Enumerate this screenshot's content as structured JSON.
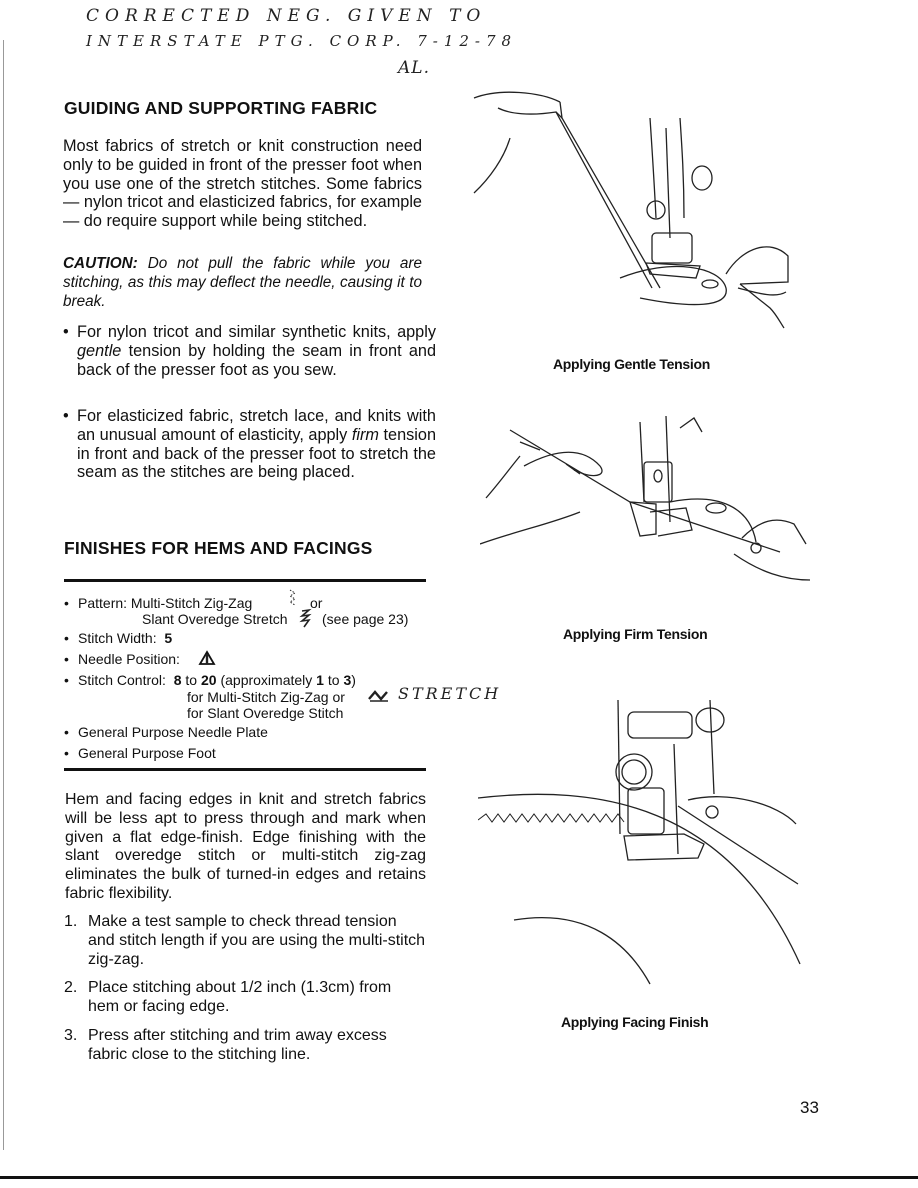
{
  "handwritten": {
    "line1": "CORRECTED NEG. GIVEN TO",
    "line2": "INTERSTATE PTG. CORP. 7-12-78",
    "initials": "AL."
  },
  "section1": {
    "heading": "GUIDING AND SUPPORTING FABRIC",
    "intro": "Most fabrics of stretch or knit construction need only to be guided in front of the presser foot when you use one of the stretch stitches. Some fabrics — nylon tricot and elasticized fabrics, for example — do require support while being stitched.",
    "caution_label": "CAUTION:",
    "caution_text": "Do not pull the fabric while you are stitching, as this may deflect the needle, causing it to break.",
    "bullet1_a": "For nylon tricot and similar synthetic knits, apply",
    "bullet1_em": "gentle",
    "bullet1_b": "tension by holding the seam in front and back of the presser foot as you sew.",
    "bullet2_a": "For elasticized fabric, stretch lace, and knits with an unusual amount of elasticity, apply",
    "bullet2_em": "firm",
    "bullet2_b": "tension in front and back of the presser foot to stretch the seam as the stitches are being placed."
  },
  "section2": {
    "heading": "FINISHES FOR HEMS AND FACINGS",
    "specs": {
      "pattern_label": "Pattern:",
      "pattern_value": "Multi-Stitch Zig-Zag",
      "pattern_or": "or",
      "pattern_value2": "Slant Overedge Stretch",
      "pattern_see": "(see page 23)",
      "width_label": "Stitch Width:",
      "width_value": "5",
      "needle_label": "Needle Position:",
      "control_label": "Stitch Control:",
      "control_from": "8",
      "control_to_word": "to",
      "control_to": "20",
      "control_approx": "(approximately",
      "control_a1": "1",
      "control_a2": "3",
      "control_for1": "for Multi-Stitch Zig-Zag or",
      "control_hand": "STRETCH",
      "control_for2": "for Slant Overedge Stitch",
      "plate": "General Purpose Needle Plate",
      "foot": "General Purpose Foot"
    },
    "intro": "Hem and facing edges in knit and stretch fabrics will be less apt to press through and mark when given a flat edge-finish. Edge finishing with the slant overedge stitch or multi-stitch zig-zag eliminates the bulk of turned-in edges and retains fabric flexibility.",
    "steps": [
      {
        "n": "1.",
        "text": "Make a test sample to check thread tension and stitch length if you are using the multi-stitch zig-zag."
      },
      {
        "n": "2.",
        "text": "Place stitching about 1/2 inch (1.3cm) from hem or facing edge."
      },
      {
        "n": "3.",
        "text": "Press after stitching and trim away excess fabric close to the stitching line."
      }
    ]
  },
  "captions": {
    "fig1": "Applying Gentle Tension",
    "fig2": "Applying Firm Tension",
    "fig3": "Applying Facing Finish"
  },
  "page_number": "33"
}
